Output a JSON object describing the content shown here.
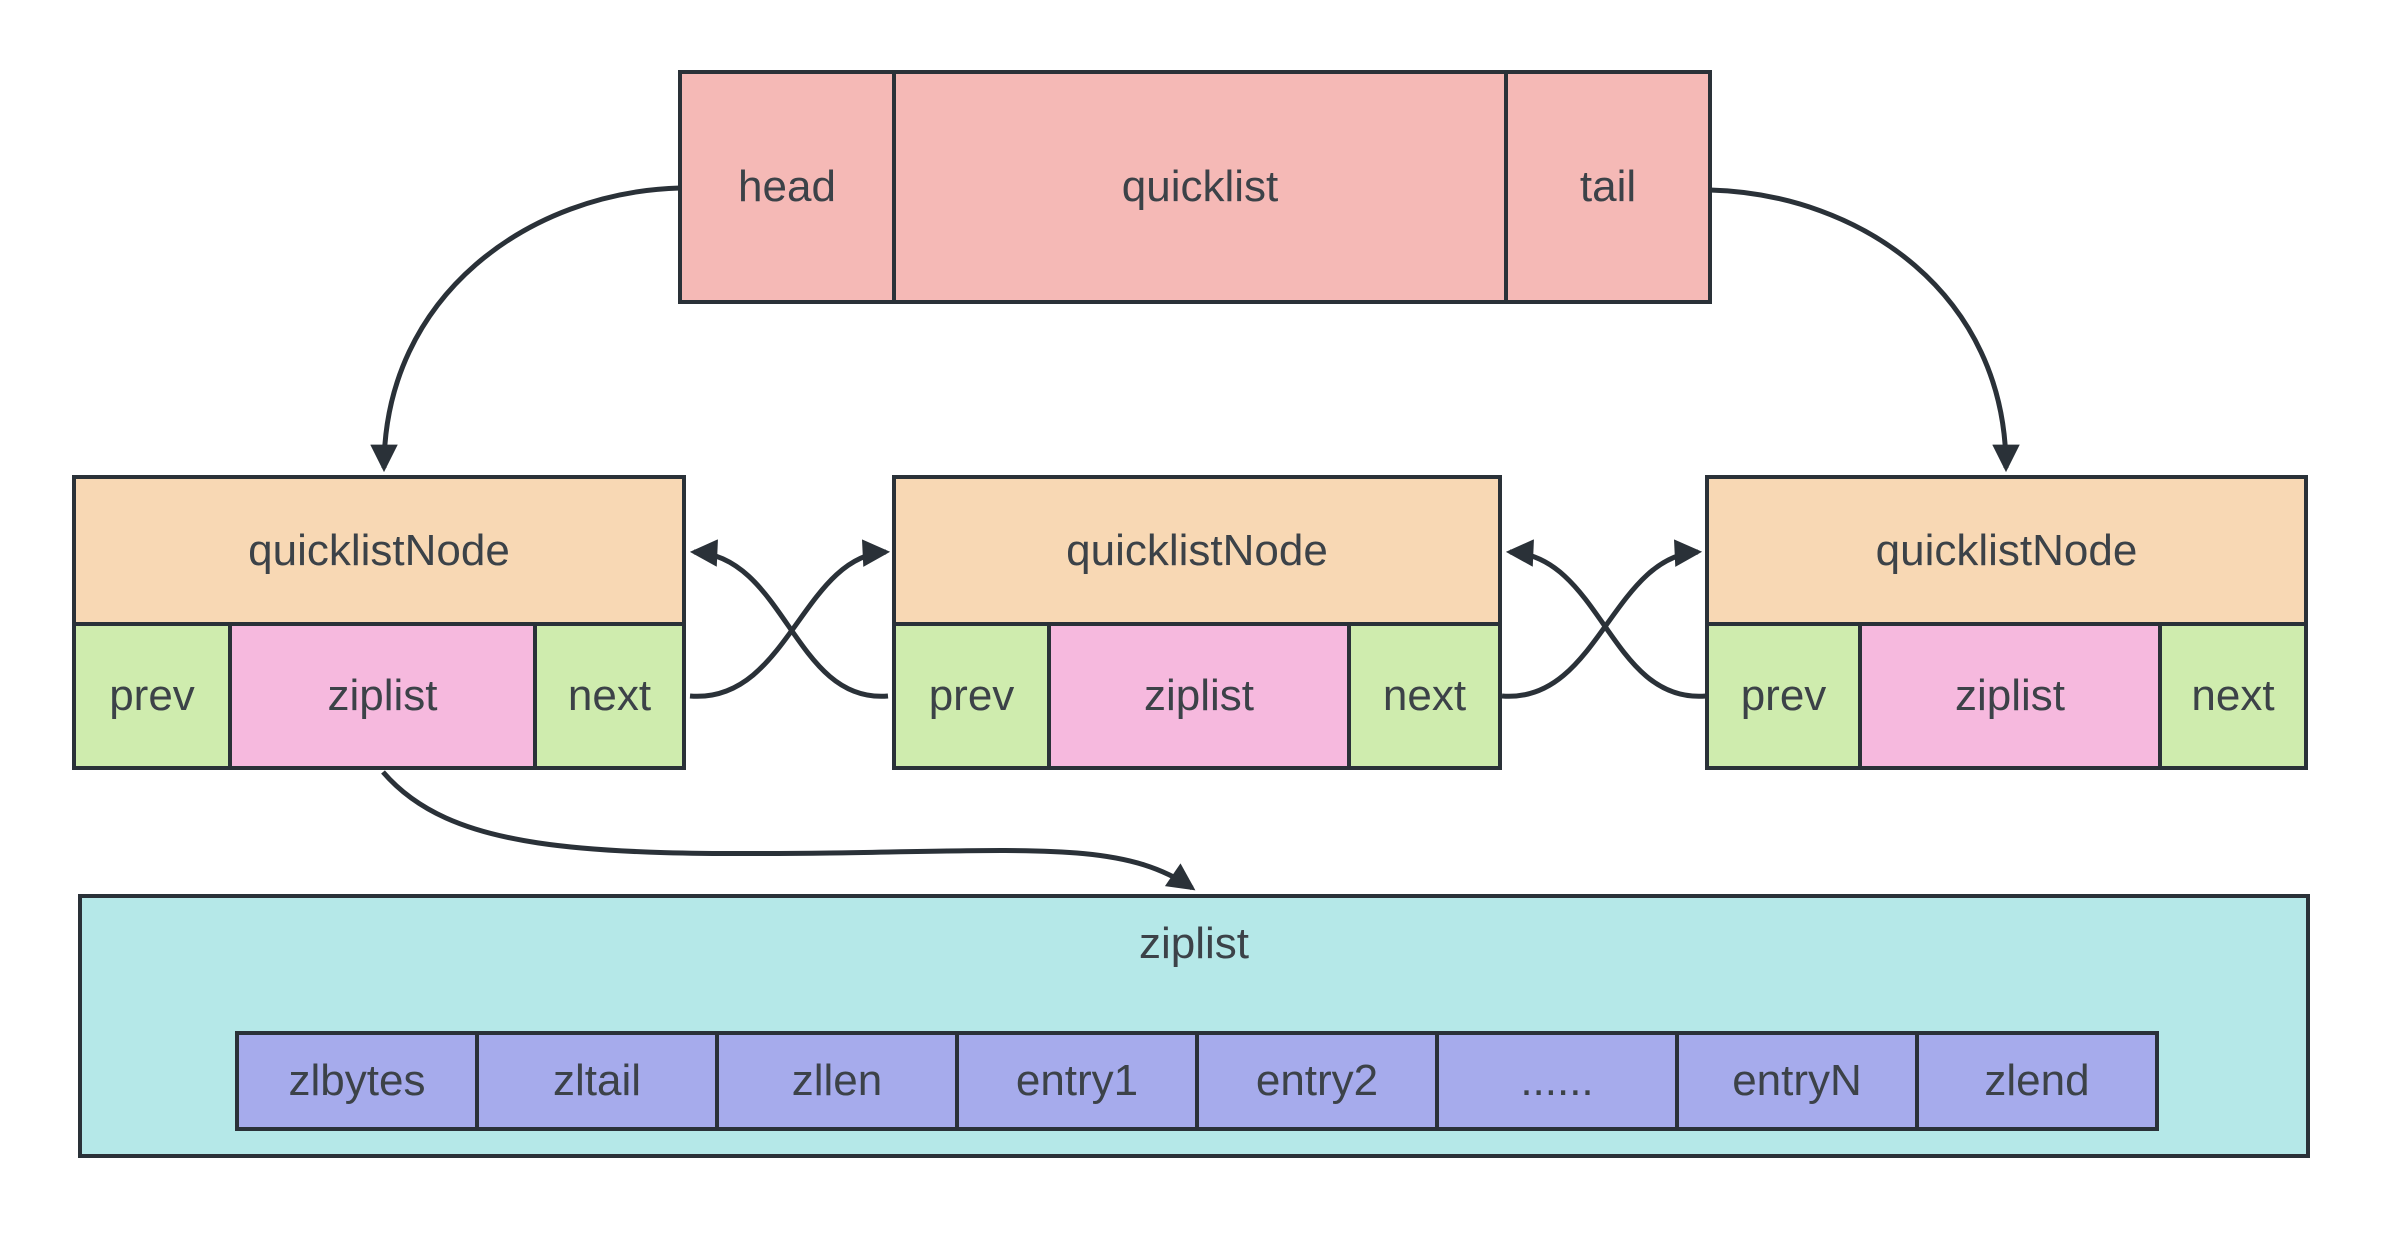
{
  "colors": {
    "quicklist_box": "#f5b9b6",
    "node_header": "#f8d8b4",
    "pointer_cell": "#cfecae",
    "node_ziplist_cell": "#f6b9de",
    "ziplist_box": "#b5e8e8",
    "ziplist_entry_cell": "#a6abec",
    "line": "#2a3138",
    "background": "#ffffff"
  },
  "quicklist_box": {
    "head_label": "head",
    "title_label": "quicklist",
    "tail_label": "tail"
  },
  "nodes": [
    {
      "title": "quicklistNode",
      "prev_label": "prev",
      "ziplist_label": "ziplist",
      "next_label": "next"
    },
    {
      "title": "quicklistNode",
      "prev_label": "prev",
      "ziplist_label": "ziplist",
      "next_label": "next"
    },
    {
      "title": "quicklistNode",
      "prev_label": "prev",
      "ziplist_label": "ziplist",
      "next_label": "next"
    }
  ],
  "ziplist_box": {
    "title": "ziplist",
    "cells": [
      "zlbytes",
      "zltail",
      "zllen",
      "entry1",
      "entry2",
      "......",
      "entryN",
      "zlend"
    ]
  },
  "edges": [
    {
      "from": "quicklist.head",
      "to": "quicklistNode-1"
    },
    {
      "from": "quicklist.tail",
      "to": "quicklistNode-3"
    },
    {
      "from": "quicklistNode-1.next",
      "to": "quicklistNode-2"
    },
    {
      "from": "quicklistNode-2.prev",
      "to": "quicklistNode-1"
    },
    {
      "from": "quicklistNode-2.next",
      "to": "quicklistNode-3"
    },
    {
      "from": "quicklistNode-3.prev",
      "to": "quicklistNode-2"
    },
    {
      "from": "quicklistNode-1.ziplist",
      "to": "ziplist"
    }
  ]
}
